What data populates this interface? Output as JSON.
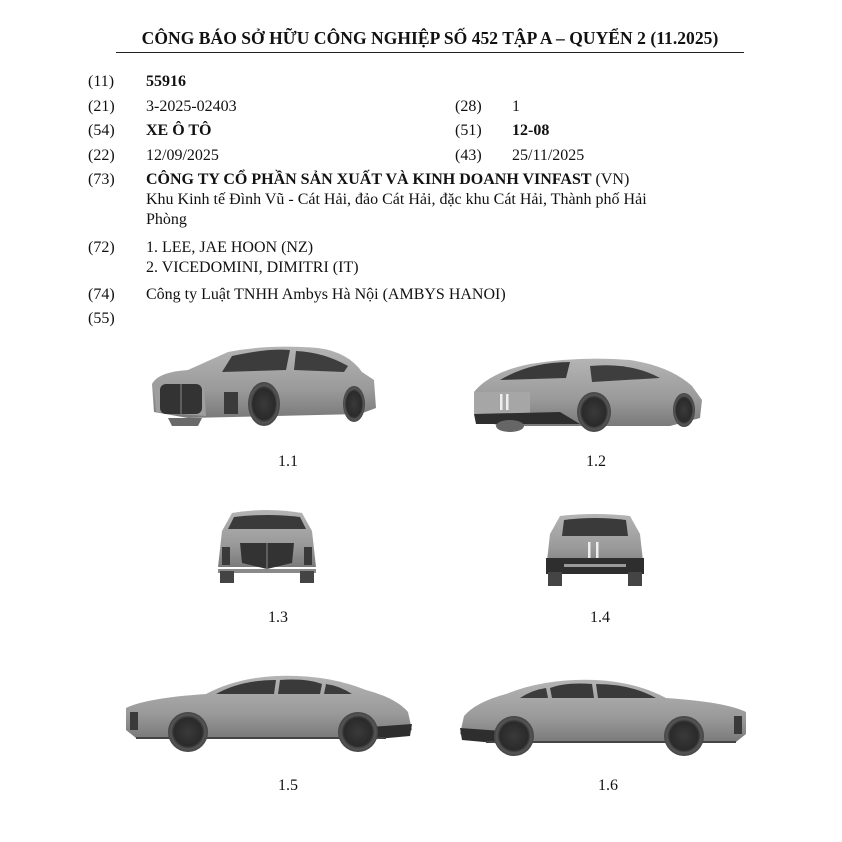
{
  "header": {
    "title": "CÔNG BÁO SỞ HỮU CÔNG NGHIỆP SỐ 452 TẬP A – QUYỂN 2 (11.2025)"
  },
  "record": {
    "f11": {
      "code": "(11)",
      "value": "55916"
    },
    "f21": {
      "code": "(21)",
      "value": "3-2025-02403"
    },
    "f28": {
      "code": "(28)",
      "value": "1"
    },
    "f54": {
      "code": "(54)",
      "value": "XE Ô TÔ"
    },
    "f51": {
      "code": "(51)",
      "value": "12-08"
    },
    "f22": {
      "code": "(22)",
      "value": "12/09/2025"
    },
    "f43": {
      "code": "(43)",
      "value": "25/11/2025"
    },
    "f73": {
      "code": "(73)",
      "owner": "CÔNG TY CỔ PHẦN SẢN XUẤT VÀ KINH DOANH VINFAST",
      "country": " (VN)",
      "address_line1": "Khu Kinh tế Đình Vũ - Cát Hải, đảo Cát Hải, đặc khu Cát Hải, Thành phố Hải",
      "address_line2": "Phòng"
    },
    "f72": {
      "code": "(72)",
      "inventors": [
        "1. LEE, JAE HOON (NZ)",
        "2. VICEDOMINI, DIMITRI (IT)"
      ]
    },
    "f74": {
      "code": "(74)",
      "value": "Công ty Luật TNHH Ambys Hà Nội (AMBYS HANOI)"
    },
    "f55": {
      "code": "(55)"
    }
  },
  "figures": [
    {
      "label": "1.1",
      "view": "front-three-quarter"
    },
    {
      "label": "1.2",
      "view": "rear-three-quarter"
    },
    {
      "label": "1.3",
      "view": "front"
    },
    {
      "label": "1.4",
      "view": "rear"
    },
    {
      "label": "1.5",
      "view": "left-side"
    },
    {
      "label": "1.6",
      "view": "right-side"
    }
  ]
}
